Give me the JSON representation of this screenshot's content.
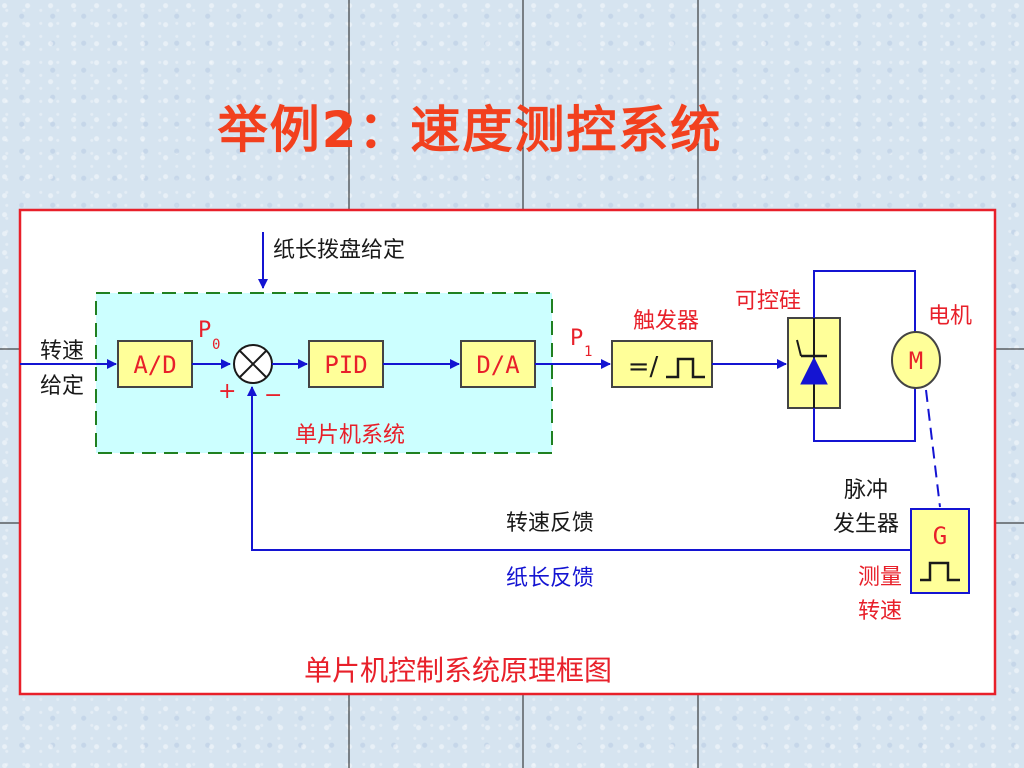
{
  "slide": {
    "title": "举例2：速度测控系统"
  },
  "diagram": {
    "caption": "单片机控制系统原理框图",
    "dial_input": "纸长拨盘给定",
    "speed_setpoint": [
      "转速",
      "给定"
    ],
    "mcu_label": "单片机系统",
    "blocks": {
      "ad": "A/D",
      "pid": "PID",
      "da": "D/A",
      "trigger_symbol": "=/",
      "motor": "M",
      "generator": "G"
    },
    "signals": {
      "p0": "P",
      "p0_sub": "0",
      "p1": "P",
      "p1_sub": "1",
      "plus": "+",
      "minus": "−"
    },
    "component_labels": {
      "trigger": "触发器",
      "scr": "可控硅",
      "motor": "电机",
      "pulse_generator": [
        "脉冲",
        "发生器"
      ],
      "measure_speed": [
        "测量",
        "转速"
      ]
    },
    "feedback": {
      "speed": "转速反馈",
      "paper_length": "纸长反馈"
    },
    "colors": {
      "frame": "#e8202a",
      "block_fill": "#ffff99",
      "mcu_fill": "#ccffff",
      "mcu_border": "#208020",
      "wire": "#1414d2",
      "label_red": "#e8202a",
      "title": "#f2401e"
    }
  }
}
